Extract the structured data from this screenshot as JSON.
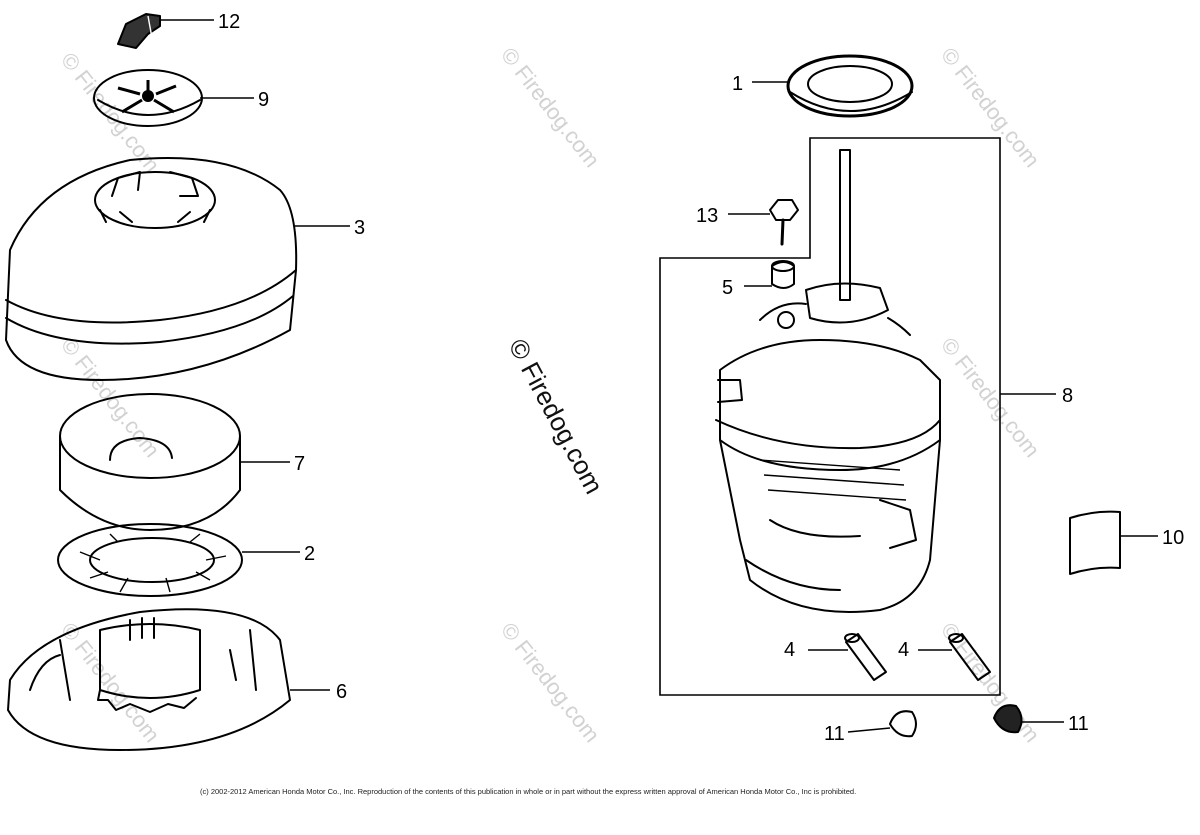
{
  "watermark": "© Firedog.com",
  "copyright": "(c) 2002-2012 American Honda Motor Co., Inc. Reproduction of the contents of this publication in whole or in part without the express written approval of American Honda Motor Co., Inc is prohibited.",
  "callouts": {
    "c1": "1",
    "c2": "2",
    "c3": "3",
    "c4a": "4",
    "c4b": "4",
    "c5": "5",
    "c6": "6",
    "c7": "7",
    "c8": "8",
    "c9": "9",
    "c10": "10",
    "c11a": "11",
    "c11b": "11",
    "c12": "12",
    "c13": "13"
  }
}
